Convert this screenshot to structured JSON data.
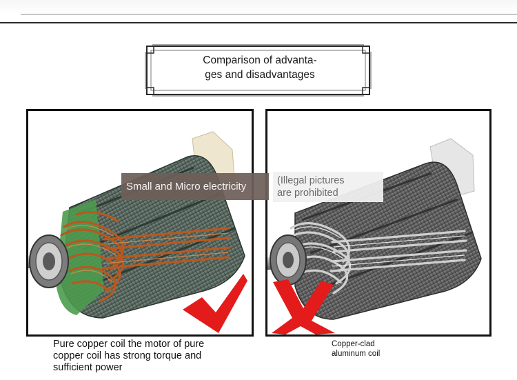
{
  "header": {
    "title": "Comparison of advanta-\nges and disadvantages"
  },
  "left_panel": {
    "overlay_text": "Small and Micro electricity",
    "caption": "Pure copper coil the motor of pure copper coil has strong torque and sufficient power",
    "mark_icon": "check-mark-icon",
    "mark_color": "#e31b1b",
    "coil_color": "#c0622b"
  },
  "right_panel": {
    "overlay_text": "(Illegal pictures\nare prohibited",
    "caption": "Copper-clad\naluminum coil",
    "mark_icon": "cross-mark-icon",
    "mark_color": "#e31b1b",
    "coil_color": "#c9c9c9"
  }
}
